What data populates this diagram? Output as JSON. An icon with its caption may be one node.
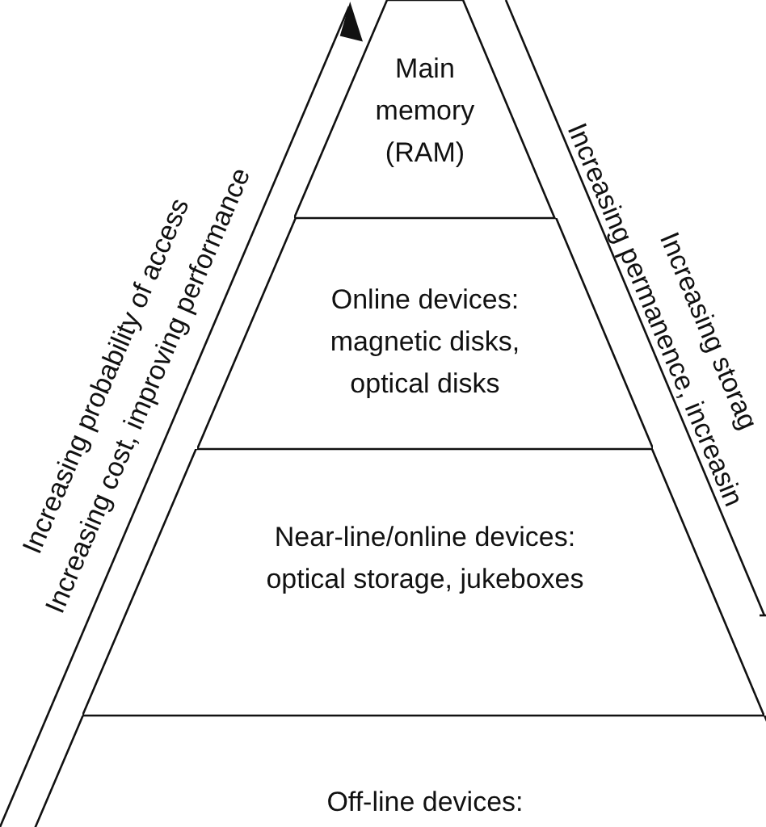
{
  "diagram": {
    "nodes": [
      {
        "text": [
          "Main memory (RAM)"
        ]
      },
      {
        "text": [
          "Online devices: magnetic disks, optical disks"
        ]
      },
      {
        "text": [
          "Near-line/online devices: optical storage, jukeboxes"
        ]
      },
      {
        "text": [
          "Off-line devices:"
        ]
      }
    ],
    "labels": [
      "Increasing probability of access",
      "Increasing cost, improving performance",
      "Increasing storag",
      "Increasing permanence, increasin"
    ]
  }
}
